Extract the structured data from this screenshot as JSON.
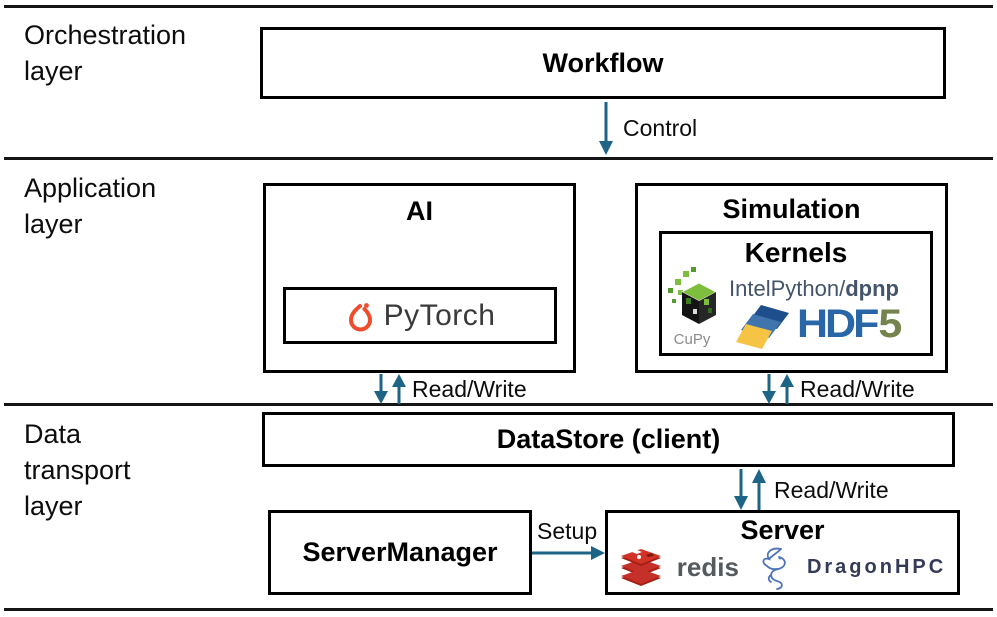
{
  "colors": {
    "arrow_teal": "#1D6486",
    "line_black": "#151515",
    "pytorch_orange": "#EE4C2C",
    "pytorch_text_gray": "#3a3a3a",
    "cupy_green": "#7DBE3C",
    "intel_slate": "#44546A",
    "hdf_blue": "#2866A7",
    "hdf_green": "#75834C",
    "redis_red": "#C6302B",
    "redis_text_gray": "#555a5e",
    "dragon_blue": "#4C74B9",
    "dragon_text_navy": "#343B57"
  },
  "layers": [
    {
      "id": "orchestration",
      "label_lines": [
        "Orchestration",
        "layer"
      ]
    },
    {
      "id": "application",
      "label_lines": [
        "Application",
        "layer"
      ]
    },
    {
      "id": "data_transport",
      "label_lines": [
        "Data",
        "transport",
        "layer"
      ]
    }
  ],
  "boxes": {
    "workflow": {
      "title": "Workflow"
    },
    "ai": {
      "title": "AI"
    },
    "pytorch": {
      "label": "PyTorch"
    },
    "simulation": {
      "title": "Simulation"
    },
    "kernels": {
      "title": "Kernels",
      "intelpython_prefix": "IntelPython/",
      "dpnp": "dpnp",
      "cupy_label": "CuPy",
      "hdf_text": "HDF",
      "hdf5_digit": "5"
    },
    "datastore": {
      "title": "DataStore (client)"
    },
    "server_manager": {
      "title": "ServerManager"
    },
    "server": {
      "title": "Server",
      "redis_label": "redis",
      "dragon_label": "DragonHPC"
    }
  },
  "arrows": {
    "control_label": "Control",
    "read_write_label_ai": "Read/Write",
    "read_write_label_sim": "Read/Write",
    "read_write_label_datastore": "Read/Write",
    "setup_label": "Setup"
  }
}
